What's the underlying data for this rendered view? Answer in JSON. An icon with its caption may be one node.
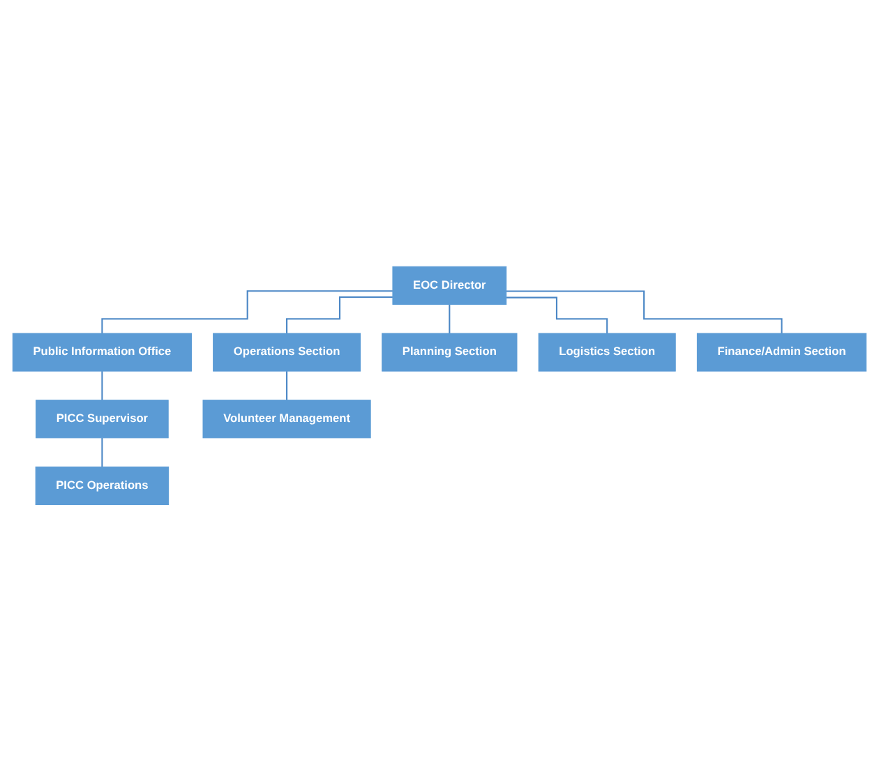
{
  "diagram": {
    "nodes": [
      {
        "text": [
          "EOC Director"
        ]
      },
      {
        "text": [
          "Public Information Office"
        ]
      },
      {
        "text": [
          "PICC Supervisor"
        ]
      },
      {
        "text": [
          "PICC Operations"
        ]
      },
      {
        "text": [
          "Operations Section"
        ]
      },
      {
        "text": [
          "Planning Section"
        ]
      },
      {
        "text": [
          "Logistics Section"
        ]
      },
      {
        "text": [
          "Finance/Admin Section"
        ]
      },
      {
        "text": [
          "Volunteer Management"
        ]
      }
    ],
    "edges": [
      {
        "from": 0,
        "to": 1,
        "arrow": "none"
      },
      {
        "from": 1,
        "to": 2,
        "arrow": "none"
      },
      {
        "from": 2,
        "to": 3,
        "arrow": "none"
      },
      {
        "from": 0,
        "to": 4,
        "arrow": "none"
      },
      {
        "from": 0,
        "to": 5,
        "arrow": "none"
      },
      {
        "from": 0,
        "to": 6,
        "arrow": "none"
      },
      {
        "from": 0,
        "to": 7,
        "arrow": "none"
      },
      {
        "from": 4,
        "to": 8,
        "arrow": "none"
      }
    ]
  }
}
